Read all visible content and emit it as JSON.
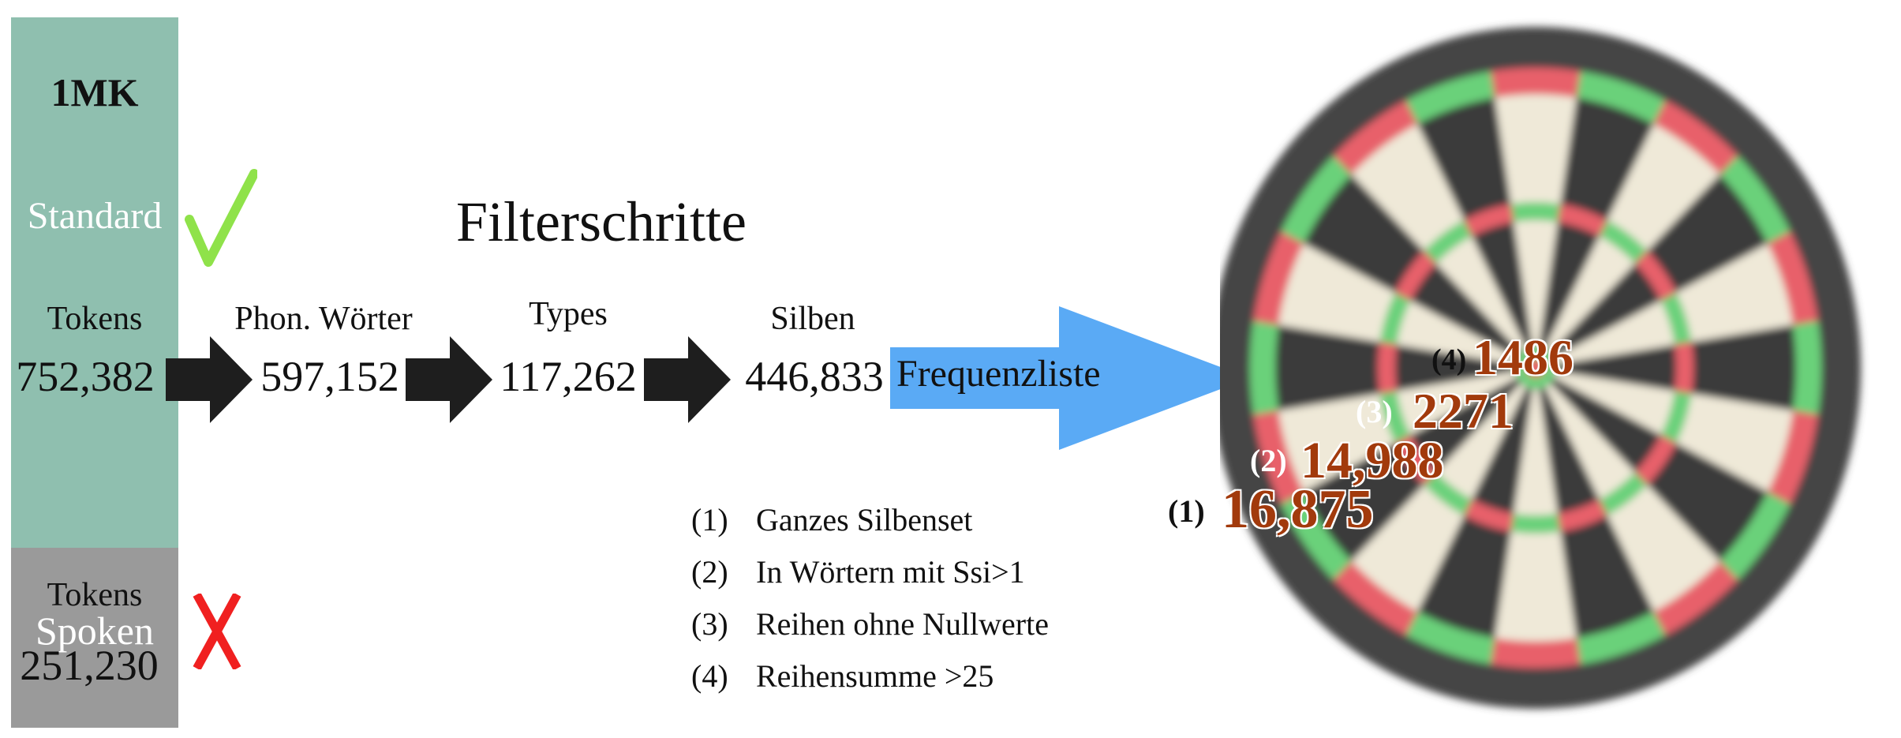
{
  "corpus": {
    "name": "1MK",
    "standard_label": "Standard",
    "tokens_label": "Tokens",
    "tokens_value": "752,382",
    "spoken_tokens_label": "Tokens",
    "spoken_label": "Spoken",
    "spoken_value": "251,230"
  },
  "title": "Filterschritte",
  "stages": [
    {
      "label": "Phon. Wörter",
      "value": "597,152"
    },
    {
      "label": "Types",
      "value": "117,262"
    },
    {
      "label": "Silben",
      "value": "446,833"
    }
  ],
  "frequency_arrow_label": "Frequenzliste",
  "filter_steps": [
    {
      "num": "(1)",
      "text": "Ganzes Silbenset"
    },
    {
      "num": "(2)",
      "text": "In Wörtern mit Ssi>1"
    },
    {
      "num": "(3)",
      "text": "Reihen ohne Nullwerte"
    },
    {
      "num": "(4)",
      "text": "Reihensumme >25"
    }
  ],
  "dart_results": [
    {
      "step": "(1)",
      "value": "16,875"
    },
    {
      "step": "(2)",
      "value": "14,988"
    },
    {
      "step": "(3)",
      "value": "2271"
    },
    {
      "step": "(4)",
      "value": "1486"
    }
  ],
  "colors": {
    "standard_bar": "#8fbfaf",
    "spoken_bar": "#9a9a9a",
    "check": "#8fe24a",
    "cross": "#f02020",
    "frequency_arrow": "#5aaaf5",
    "dart_value": "#a23a0c"
  },
  "icons": [
    "checkmark-icon",
    "cross-icon",
    "dartboard-icon"
  ]
}
